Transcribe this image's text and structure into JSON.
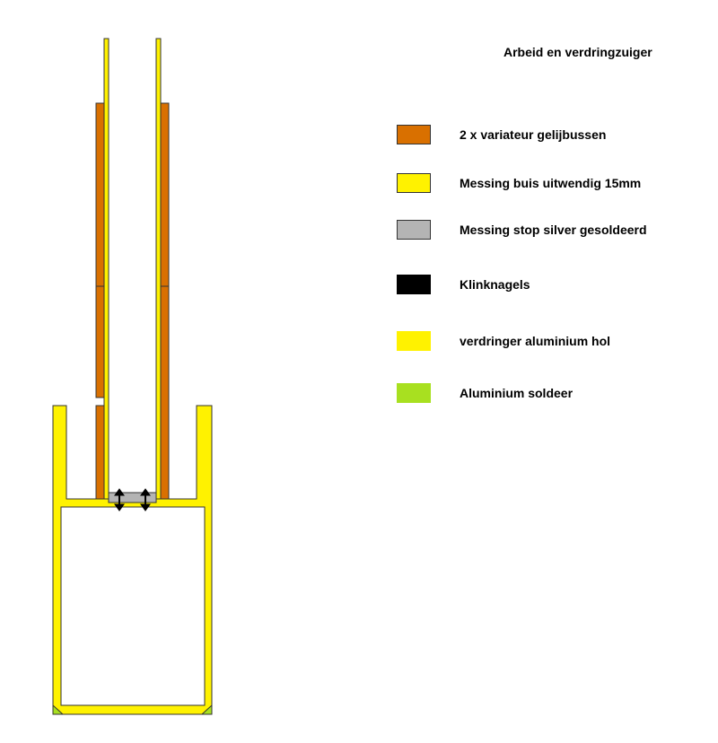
{
  "title": "Arbeid en verdringzuiger",
  "colors": {
    "bushing": "#D97000",
    "brass_tube": "#FFF200",
    "brass_plug": "#B4B4B4",
    "rivets": "#000000",
    "displacer": "#FFF200",
    "solder": "#A8E020",
    "outline": "#333333"
  },
  "legend": [
    {
      "label": "2 x variateur gelijbussen",
      "color": "#D97000",
      "bordered": true
    },
    {
      "label": "Messing buis uitwendig 15mm",
      "color": "#FFF200",
      "bordered": true
    },
    {
      "label": "Messing stop silver gesoldeerd",
      "color": "#B4B4B4",
      "bordered": true
    },
    {
      "label": "Klinknagels",
      "color": "#000000",
      "bordered": false
    },
    {
      "label": "verdringer aluminium hol",
      "color": "#FFF200",
      "bordered": false
    },
    {
      "label": "Aluminium soldeer",
      "color": "#A8E020",
      "bordered": false
    }
  ]
}
